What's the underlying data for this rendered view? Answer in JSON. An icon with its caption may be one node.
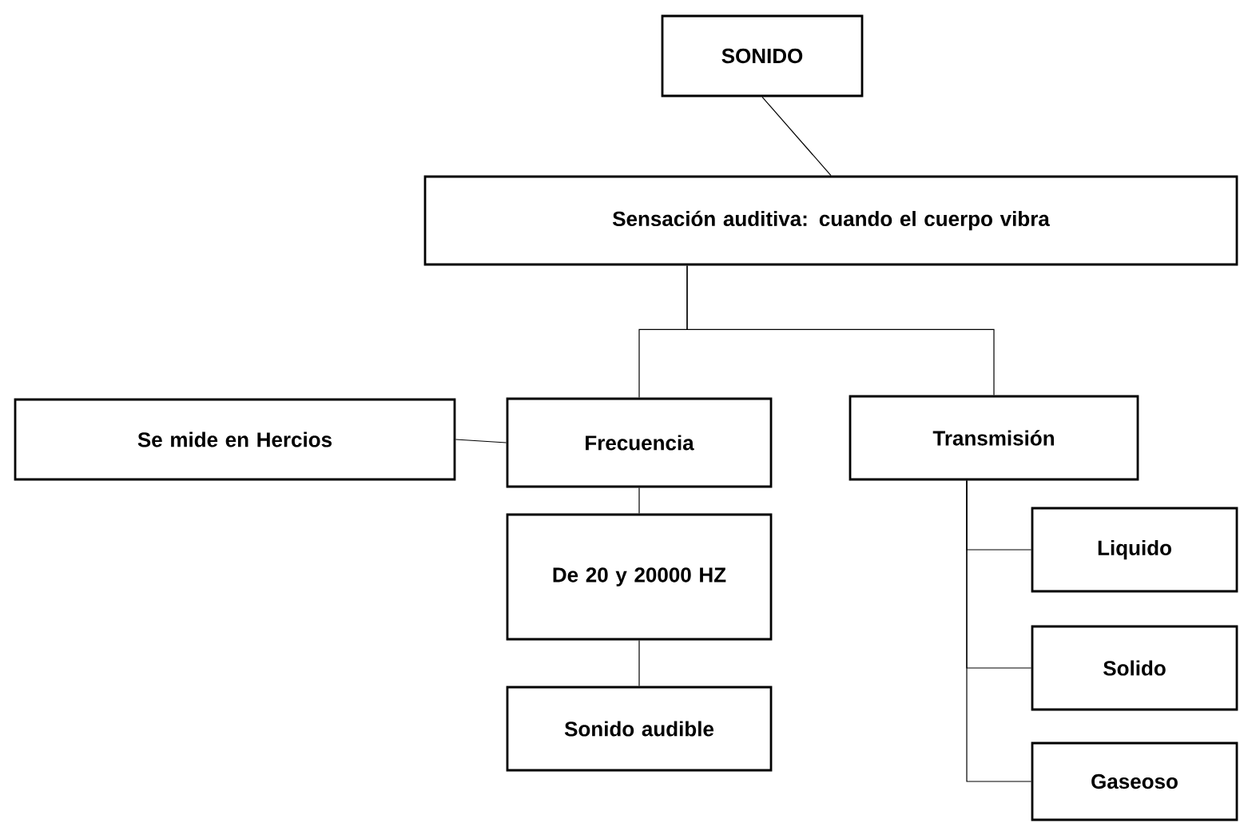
{
  "diagram": {
    "nodes": [
      {
        "text": [
          "SONIDO"
        ]
      },
      {
        "text": [
          "Sensación auditiva: cuando el cuerpo vibra"
        ]
      },
      {
        "text": [
          "Se mide en Hercios"
        ]
      },
      {
        "text": [
          "Frecuencia"
        ]
      },
      {
        "text": [
          "Transmisión"
        ]
      },
      {
        "text": [
          "De 20 y 20000 HZ"
        ]
      },
      {
        "text": [
          "Sonido audible"
        ]
      },
      {
        "text": [
          "Liquido"
        ]
      },
      {
        "text": [
          "Solido"
        ]
      },
      {
        "text": [
          "Gaseoso"
        ]
      }
    ],
    "edges": [
      {
        "from": 0,
        "to": 1,
        "arrow": "none"
      },
      {
        "from": 1,
        "to": 3,
        "arrow": "none"
      },
      {
        "from": 1,
        "to": 4,
        "arrow": "none"
      },
      {
        "from": 2,
        "to": 3,
        "arrow": "none"
      },
      {
        "from": 3,
        "to": 5,
        "arrow": "none"
      },
      {
        "from": 5,
        "to": 6,
        "arrow": "none"
      },
      {
        "from": 4,
        "to": 7,
        "arrow": "none"
      },
      {
        "from": 4,
        "to": 8,
        "arrow": "none"
      },
      {
        "from": 4,
        "to": 9,
        "arrow": "none"
      }
    ]
  }
}
